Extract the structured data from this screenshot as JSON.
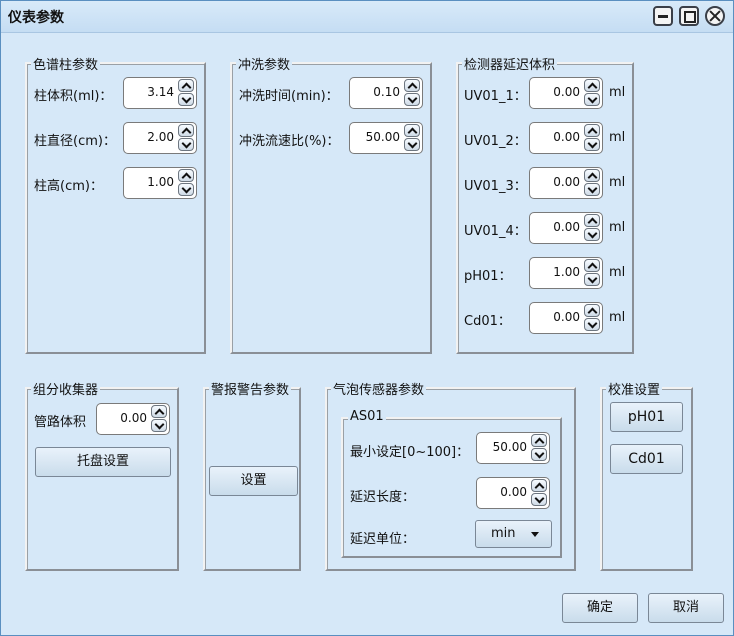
{
  "window": {
    "title": "仪表参数"
  },
  "column": {
    "title": "色谱柱参数",
    "volume_label": "柱体积(ml)：",
    "volume_value": "3.14",
    "diameter_label": "柱直径(cm)：",
    "diameter_value": "2.00",
    "height_label": "柱高(cm)：",
    "height_value": "1.00"
  },
  "wash": {
    "title": "冲洗参数",
    "time_label": "冲洗时间(min)：",
    "time_value": "0.10",
    "flow_label": "冲洗流速比(%)：",
    "flow_value": "50.00"
  },
  "detector": {
    "title": "检测器延迟体积",
    "unit": "ml",
    "rows": [
      {
        "label": "UV01_1：",
        "value": "0.00"
      },
      {
        "label": "UV01_2：",
        "value": "0.00"
      },
      {
        "label": "UV01_3：",
        "value": "0.00"
      },
      {
        "label": "UV01_4：",
        "value": "0.00"
      },
      {
        "label": "pH01：",
        "value": "1.00"
      },
      {
        "label": "Cd01：",
        "value": "0.00"
      }
    ]
  },
  "collector": {
    "title": "组分收集器",
    "pipe_label": "管路体积",
    "pipe_value": "0.00",
    "tray_button": "托盘设置"
  },
  "alarm": {
    "title": "警报警告参数",
    "settings_button": "设置"
  },
  "bubble": {
    "title": "气泡传感器参数",
    "sensor_title": "AS01",
    "min_label": "最小设定[0~100]：",
    "min_value": "50.00",
    "delay_len_label": "延迟长度：",
    "delay_len_value": "0.00",
    "delay_unit_label": "延迟单位：",
    "delay_unit_value": "min"
  },
  "calibration": {
    "title": "校准设置",
    "ph_button": "pH01",
    "cd_button": "Cd01"
  },
  "footer": {
    "ok": "确定",
    "cancel": "取消"
  }
}
